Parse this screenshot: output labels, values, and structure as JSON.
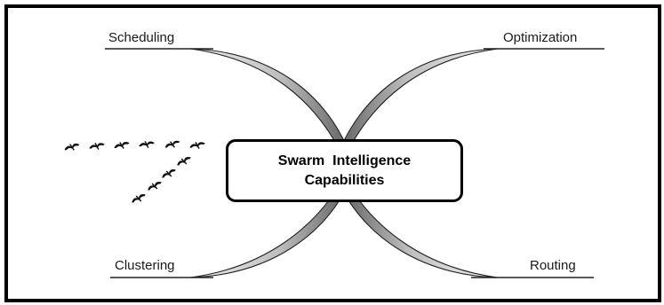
{
  "center": {
    "line1": "Swarm  Intelligence",
    "line2": "Capabilities"
  },
  "labels": {
    "top_left": "Scheduling",
    "top_right": "Optimization",
    "bottom_left": "Clustering",
    "bottom_right": "Routing"
  },
  "colors": {
    "frame": "#000000",
    "ribbon_light": "#e4e4e4",
    "ribbon_dark": "#6e6e6e",
    "bird": "#111111"
  },
  "icons": {
    "bird": "bird-icon"
  }
}
